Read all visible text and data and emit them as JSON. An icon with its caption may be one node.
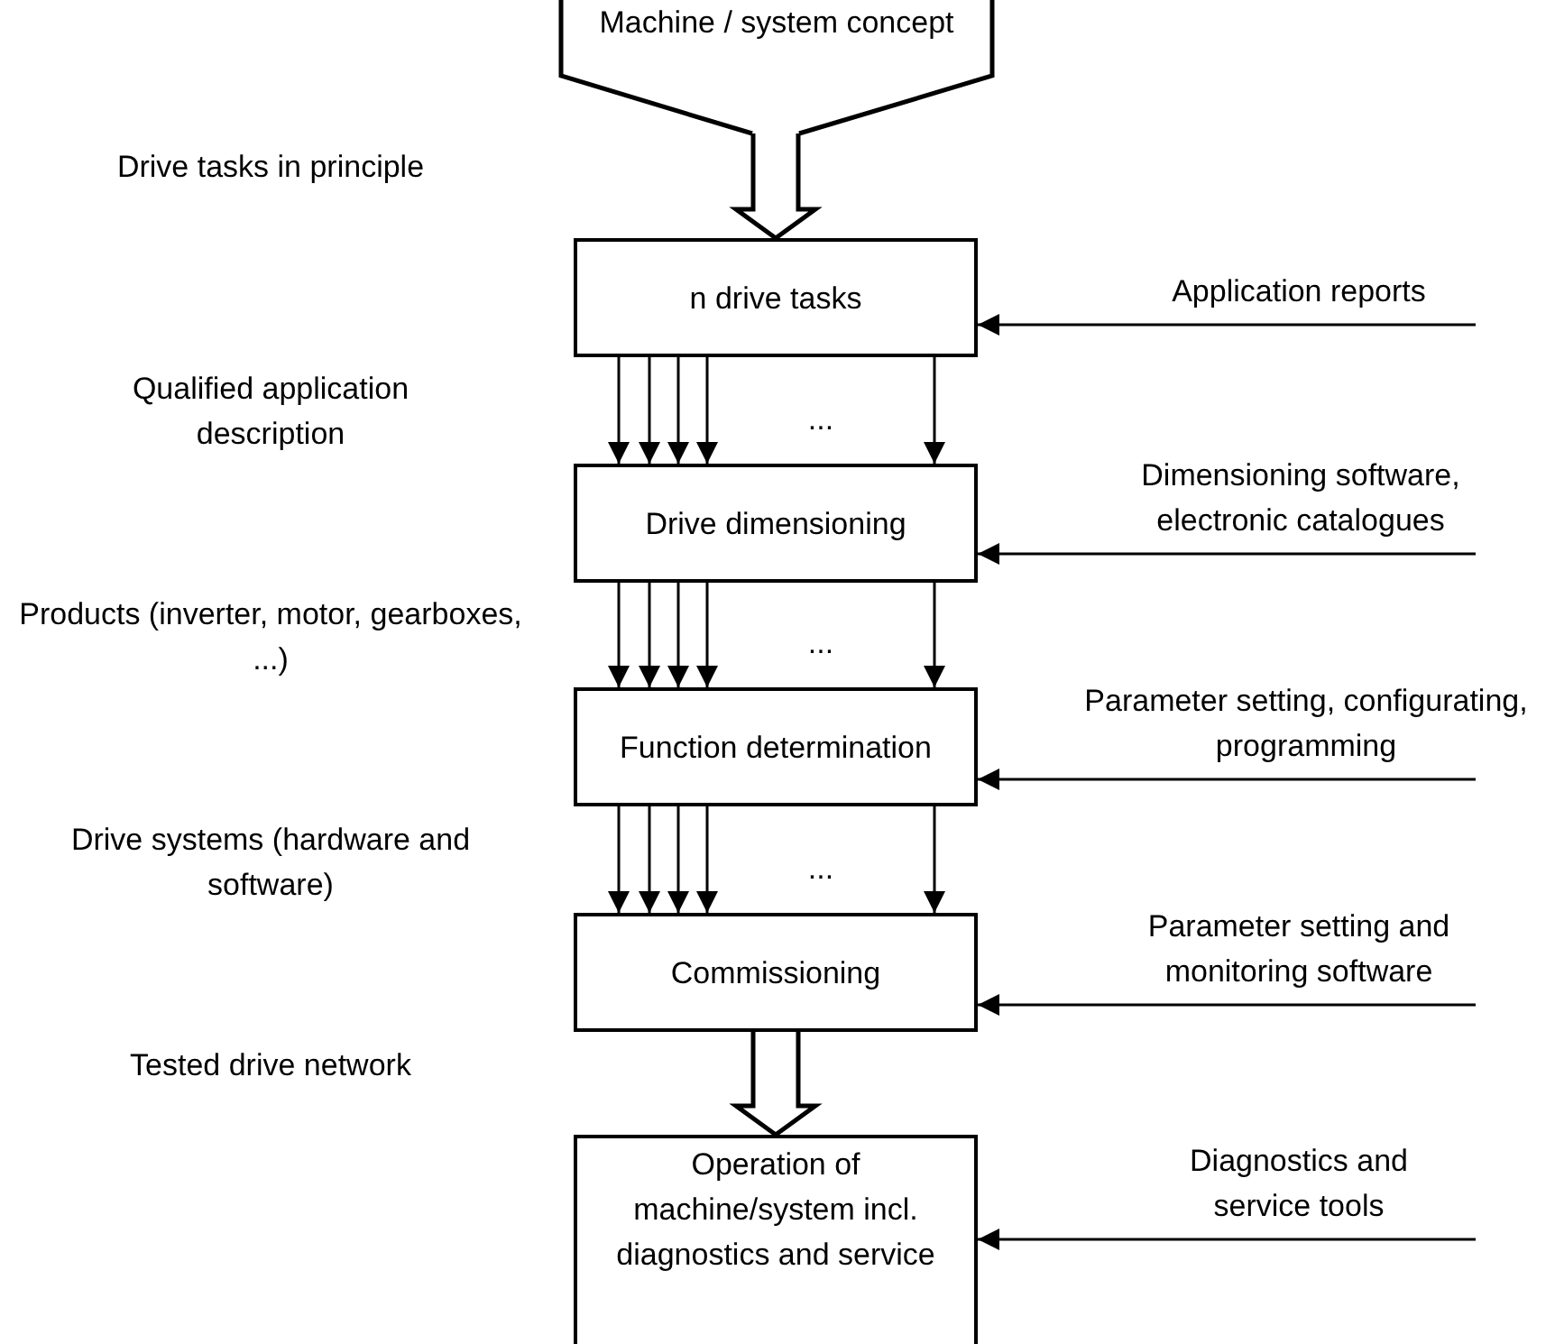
{
  "diagram": {
    "nodes": [
      {
        "text": [
          "Machine / system concept"
        ]
      },
      {
        "text": [
          "n drive tasks"
        ]
      },
      {
        "text": [
          "Drive dimensioning"
        ]
      },
      {
        "text": [
          "Function determination"
        ]
      },
      {
        "text": [
          "Commissioning"
        ]
      },
      {
        "text": [
          "Operation of machine/system incl. diagnostics and service"
        ]
      },
      {
        "text": [
          "Application reports"
        ]
      },
      {
        "text": [
          "Dimensioning software, electronic catalogues"
        ]
      },
      {
        "text": [
          "Parameter setting, configurating, programming"
        ]
      },
      {
        "text": [
          "Parameter setting and monitoring software"
        ]
      },
      {
        "text": [
          "Diagnostics and service tools"
        ]
      }
    ],
    "edges": [
      {
        "from": 0,
        "to": 1,
        "arrow": "to",
        "style": "thick"
      },
      {
        "from": 1,
        "to": 2,
        "arrow": "to"
      },
      {
        "from": 1,
        "to": 2,
        "arrow": "to"
      },
      {
        "from": 1,
        "to": 2,
        "arrow": "to"
      },
      {
        "from": 1,
        "to": 2,
        "arrow": "to"
      },
      {
        "from": 1,
        "to": 2,
        "arrow": "to"
      },
      {
        "from": 2,
        "to": 3,
        "arrow": "to"
      },
      {
        "from": 2,
        "to": 3,
        "arrow": "to"
      },
      {
        "from": 2,
        "to": 3,
        "arrow": "to"
      },
      {
        "from": 2,
        "to": 3,
        "arrow": "to"
      },
      {
        "from": 2,
        "to": 3,
        "arrow": "to"
      },
      {
        "from": 3,
        "to": 4,
        "arrow": "to"
      },
      {
        "from": 3,
        "to": 4,
        "arrow": "to"
      },
      {
        "from": 3,
        "to": 4,
        "arrow": "to"
      },
      {
        "from": 3,
        "to": 4,
        "arrow": "to"
      },
      {
        "from": 3,
        "to": 4,
        "arrow": "to"
      },
      {
        "from": 4,
        "to": 5,
        "arrow": "to",
        "style": "thick"
      },
      {
        "from": 6,
        "to": 1,
        "arrow": "to"
      },
      {
        "from": 7,
        "to": 2,
        "arrow": "to"
      },
      {
        "from": 8,
        "to": 3,
        "arrow": "to"
      },
      {
        "from": 9,
        "to": 4,
        "arrow": "to"
      },
      {
        "from": 10,
        "to": 5,
        "arrow": "to"
      }
    ],
    "labels": [
      "Drive tasks in principle",
      "Qualified application description",
      "...",
      "Products (inverter, motor, gearboxes, ...)",
      "...",
      "Drive systems (hardware and software)",
      "...",
      "Tested drive network"
    ]
  }
}
